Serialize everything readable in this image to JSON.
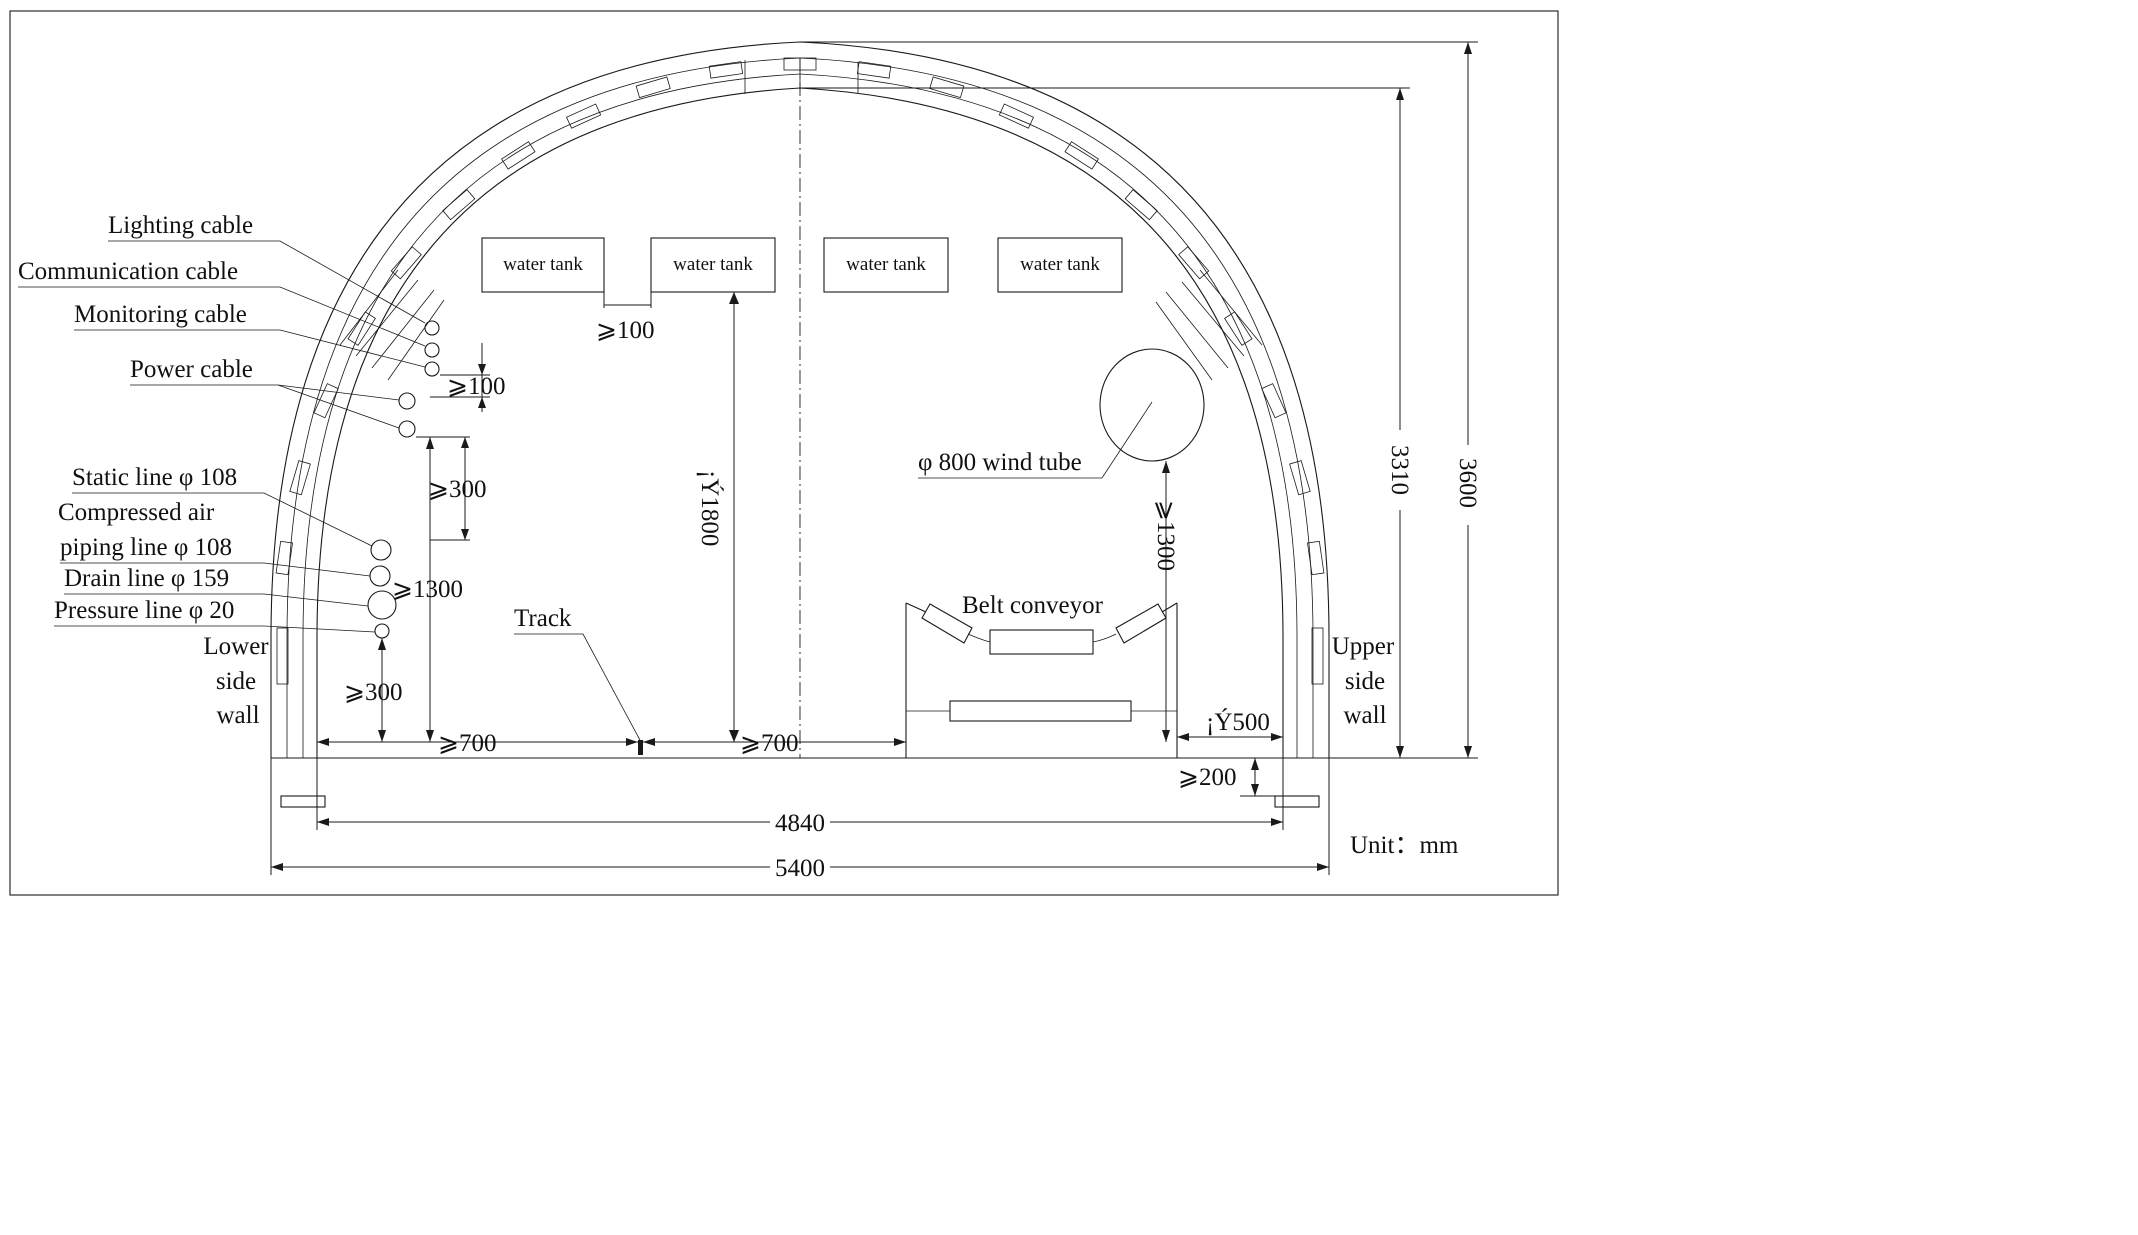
{
  "cables": {
    "lighting": "Lighting cable",
    "communication": "Communication cable",
    "monitoring": "Monitoring cable",
    "power": "Power cable"
  },
  "pipes": {
    "static": "Static line φ 108",
    "compressed_1": "Compressed air",
    "compressed_2": "piping line φ 108",
    "drain": "Drain line φ 159",
    "pressure": "Pressure line φ 20"
  },
  "walls": {
    "lower": [
      "Lower",
      "side",
      "wall"
    ],
    "upper": [
      "Upper",
      "side",
      "wall"
    ]
  },
  "equipment": {
    "water_tank": "water tank",
    "wind_tube": "φ 800 wind tube",
    "belt_conveyor": "Belt conveyor",
    "track": "Track"
  },
  "dimensions": {
    "tank_gap": "⩾100",
    "cable_gap": "⩾100",
    "power_to_pipe": "⩾300",
    "pipe_height": "⩾1300",
    "pipe_bottom": "⩾300",
    "tank_height": "¡Ý1800",
    "wind_tube_height": "⩾1300",
    "conveyor_wall_gap": "¡Ý500",
    "left_clearance": "⩾700",
    "track_clearance": "⩾700",
    "floor_depth": "⩾200",
    "inner_width": "4840",
    "outer_width": "5400",
    "inner_height": "3310",
    "outer_height": "3600"
  },
  "unit": "Unit：mm"
}
